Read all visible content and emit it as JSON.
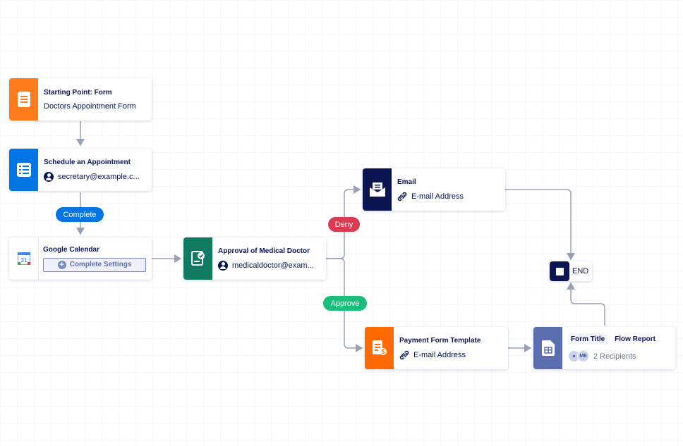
{
  "colors": {
    "form_orange": "#ff7b1c",
    "sheet_blue": "#0075e3",
    "approval_teal": "#0f7b63",
    "email_navy": "#0a1551",
    "report_purple": "#5b6fb0",
    "deny_red": "#dc3a50",
    "approve_green": "#19bf7b",
    "complete_blue": "#0075e3",
    "edge_gray": "#9aa0b8"
  },
  "nodes": {
    "start": {
      "title": "Starting Point: Form",
      "subtitle": "Doctors Appointment Form",
      "icon": "form-icon"
    },
    "schedule": {
      "title": "Schedule an Appointment",
      "subtitle": "secretary@example.c...",
      "icon": "list-icon"
    },
    "calendar": {
      "title": "Google Calendar",
      "button": "Complete Settings",
      "icon": "google-calendar-icon",
      "calendar_day": "31"
    },
    "approval": {
      "title": "Approval of Medical Doctor",
      "subtitle": "medicaldoctor@exam...",
      "icon": "approval-icon"
    },
    "email": {
      "title": "Email",
      "subtitle": "E-mail Address",
      "icon": "envelope-icon"
    },
    "payment": {
      "title": "Payment Form Template",
      "subtitle": "E-mail Address",
      "icon": "payment-form-icon"
    },
    "report": {
      "tag": "Form Title",
      "title": "Flow Report",
      "chip": "ME",
      "recipients": "2 Recipients",
      "icon": "report-icon"
    },
    "end": {
      "label": "END",
      "icon": "stop-icon"
    }
  },
  "labels": {
    "complete": "Complete",
    "deny": "Deny",
    "approve": "Approve"
  }
}
